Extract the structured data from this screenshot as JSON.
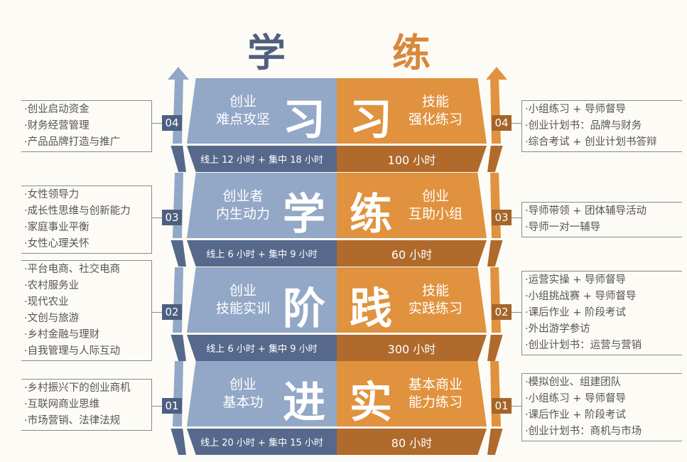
{
  "titles": {
    "left": "学",
    "right": "练"
  },
  "colors": {
    "blue_light": "#93a7c6",
    "blue_dark": "#56698c",
    "orange": "#e0923e",
    "orange_dark": "#b06a2c"
  },
  "rows": [
    {
      "num": "04",
      "left_sub": [
        "创业",
        "难点攻坚"
      ],
      "left_big": "习",
      "right_big": "习",
      "right_sub": [
        "技能",
        "强化练习"
      ],
      "left_hours": "线上 12 小时 + 集中 18 小时",
      "right_hours": "100 小时",
      "left_items": [
        "·创业启动资金",
        "·财务经营管理",
        "·产品品牌打造与推广"
      ],
      "right_items": [
        "·小组练习 + 导师督导",
        "·创业计划书：品牌与财务",
        "·综合考试 + 创业计划书答辩"
      ]
    },
    {
      "num": "03",
      "left_sub": [
        "创业者",
        "内生动力"
      ],
      "left_big": "学",
      "right_big": "练",
      "right_sub": [
        "创业",
        "互助小组"
      ],
      "left_hours": "线上 6 小时 + 集中 9 小时",
      "right_hours": "60 小时",
      "left_items": [
        "·女性领导力",
        "·成长性思维与创新能力",
        "·家庭事业平衡",
        "·女性心理关怀"
      ],
      "right_items": [
        "·导师带领 + 团体辅导活动",
        "·导师一对一辅导"
      ]
    },
    {
      "num": "02",
      "left_sub": [
        "创业",
        "技能实训"
      ],
      "left_big": "阶",
      "right_big": "践",
      "right_sub": [
        "技能",
        "实践练习"
      ],
      "left_hours": "线上 6 小时 + 集中 9 小时",
      "right_hours": "300 小时",
      "left_items": [
        "·平台电商、社交电商",
        "·农村服务业",
        "·现代农业",
        "·文创与旅游",
        "·乡村金融与理财",
        "·自我管理与人际互动"
      ],
      "right_items": [
        "·运营实操 + 导师督导",
        "·小组挑战赛 + 导师督导",
        "·课后作业 + 阶段考试",
        "·外出游学参访",
        "·创业计划书：运营与营销"
      ]
    },
    {
      "num": "01",
      "left_sub": [
        "创业",
        "基本功"
      ],
      "left_big": "进",
      "right_big": "实",
      "right_sub": [
        "基本商业",
        "能力练习"
      ],
      "left_hours": "线上 20 小时 + 集中 15 小时",
      "right_hours": "80 小时",
      "left_items": [
        "·乡村振兴下的创业商机",
        "·互联网商业思维",
        "·市场营销、法律法规"
      ],
      "right_items": [
        "·模拟创业、组建团队",
        "·小组练习 + 导师督导",
        "·课后作业 + 阶段考试",
        "·创业计划书：商机与市场"
      ]
    }
  ]
}
